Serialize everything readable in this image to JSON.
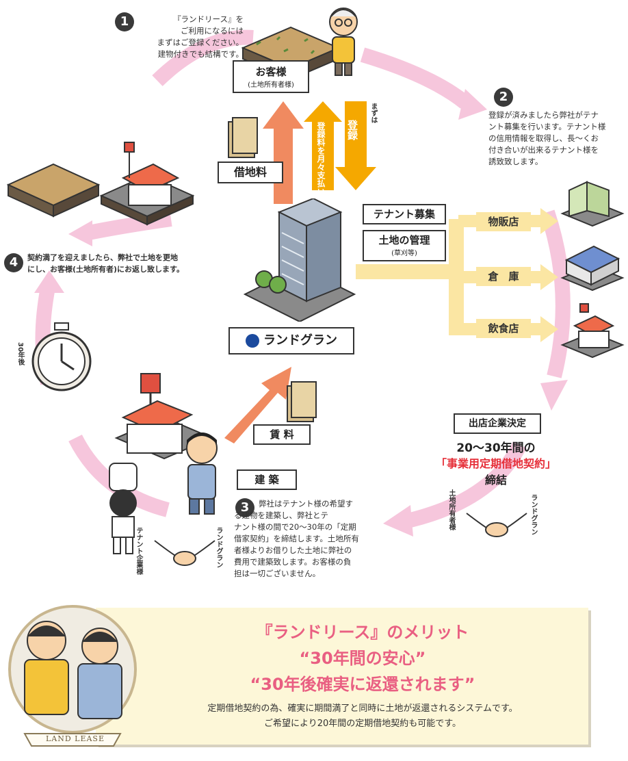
{
  "steps": [
    {
      "num": "1",
      "text": "『ランドリース』を\nご利用になるには\nまずはご登録ください。\n建物付きでも結構です。"
    },
    {
      "num": "2",
      "text": "登録が済みましたら弊社がテナ\nント募集を行います。テナント様\nの信用情報を取得し、長～くお\n付き合いが出来るテナント様を\n誘致致します。"
    },
    {
      "num": "3",
      "text": "弊社はテナント様の希望す\nる建物を建築し、弊社とテ\nナント様の間で20～30年の「定期\n借家契約」を締結します。土地所有\n者様よりお借りした土地に弊社の\n費用で建築致します。お客様の負\n担は一切ございません。"
    },
    {
      "num": "4",
      "text": "契約満了を迎えましたら、弊社で土地を更地\nにし、お客様(土地所有者)にお返し致します。"
    }
  ],
  "customer": {
    "title": "お客様",
    "sub": "(土地所有者様)"
  },
  "labels": {
    "shakuchiryo": "借地料",
    "monthly": "登録料を月々支払い",
    "register": "登録",
    "mazuwa": "まずは",
    "tenant_bosyu": "テナント募集",
    "tochi_kanri": "土地の管理",
    "kusakari": "(草刈等)",
    "buppan": "物販店",
    "souko": "倉　庫",
    "inshoku": "飲食店",
    "logo": "ランドグラン",
    "chinryo": "賃 料",
    "kenchiku": "建 築",
    "timer": "30年後",
    "decision": "出店企業決定",
    "years": "20～30年間の",
    "contract": "「事業用定期借地契約」",
    "teiketsu": "締結",
    "tochi_owner": "土地所有者様",
    "landgran_r": "ランドグラン",
    "landgran_l": "ランドグラン",
    "tenant_company": "テナント企業様"
  },
  "merit": {
    "title": "『ランドリース』のメリット",
    "line1": "“30年間の安心”",
    "line2": "“30年後確実に返還されます”",
    "desc1": "定期借地契約の為、確実に期間満了と同時に土地が返還されるシステムです。",
    "desc2": "ご希望により20年間の定期借地契約も可能です。",
    "badge": "LAND LEASE"
  },
  "colors": {
    "pink": "#f6c6dc",
    "orange_arrow": "#f08a60",
    "yellow_arrow": "#f5a800",
    "light_yellow": "#fbe6a3",
    "red_text": "#e6303a",
    "merit_title": "#e95f82",
    "merit_bg": "#fdf7d8"
  }
}
